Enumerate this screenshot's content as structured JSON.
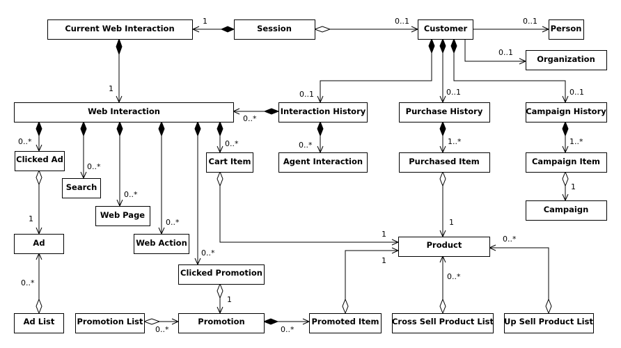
{
  "diagram": {
    "type": "UML class diagram",
    "classes": {
      "current_web_interaction": "Current Web Interaction",
      "session": "Session",
      "customer": "Customer",
      "person": "Person",
      "organization": "Organization",
      "web_interaction": "Web Interaction",
      "interaction_history": "Interaction History",
      "purchase_history": "Purchase History",
      "campaign_history": "Campaign History",
      "clicked_ad": "Clicked Ad",
      "search": "Search",
      "cart_item": "Cart Item",
      "agent_interaction": "Agent Interaction",
      "purchased_item": "Purchased Item",
      "campaign_item": "Campaign Item",
      "web_page": "Web Page",
      "campaign": "Campaign",
      "ad": "Ad",
      "web_action": "Web Action",
      "product": "Product",
      "clicked_promotion": "Clicked Promotion",
      "ad_list": "Ad List",
      "promotion_list": "Promotion List",
      "promotion": "Promotion",
      "promoted_item": "Promoted Item",
      "cross_sell_product_list": "Cross Sell Product List",
      "up_sell_product_list": "Up Sell Product List"
    },
    "associations": [
      {
        "from": "Session",
        "to": "Current Web Interaction",
        "kind": "composition",
        "multiplicity": "1"
      },
      {
        "from": "Session",
        "to": "Customer",
        "kind": "aggregation",
        "multiplicity": "0..1"
      },
      {
        "from": "Customer",
        "to": "Person",
        "kind": "association",
        "multiplicity": "0..1"
      },
      {
        "from": "Customer",
        "to": "Organization",
        "kind": "association",
        "multiplicity": "0..1"
      },
      {
        "from": "Customer",
        "to": "Interaction History",
        "kind": "composition",
        "multiplicity": "0..1"
      },
      {
        "from": "Customer",
        "to": "Purchase History",
        "kind": "composition",
        "multiplicity": "0..1"
      },
      {
        "from": "Customer",
        "to": "Campaign History",
        "kind": "composition",
        "multiplicity": "0..1"
      },
      {
        "from": "Current Web Interaction",
        "to": "Web Interaction",
        "kind": "composition",
        "multiplicity": "1"
      },
      {
        "from": "Interaction History",
        "to": "Web Interaction",
        "kind": "composition",
        "multiplicity": "0..*"
      },
      {
        "from": "Interaction History",
        "to": "Agent Interaction",
        "kind": "composition",
        "multiplicity": "0..*"
      },
      {
        "from": "Purchase History",
        "to": "Purchased Item",
        "kind": "composition",
        "multiplicity": "1..*"
      },
      {
        "from": "Campaign History",
        "to": "Campaign Item",
        "kind": "composition",
        "multiplicity": "1..*"
      },
      {
        "from": "Campaign Item",
        "to": "Campaign",
        "kind": "aggregation",
        "multiplicity": "1"
      },
      {
        "from": "Web Interaction",
        "to": "Clicked Ad",
        "kind": "composition",
        "multiplicity": "0..*"
      },
      {
        "from": "Web Interaction",
        "to": "Search",
        "kind": "composition",
        "multiplicity": "0..*"
      },
      {
        "from": "Web Interaction",
        "to": "Web Page",
        "kind": "composition",
        "multiplicity": "0..*"
      },
      {
        "from": "Web Interaction",
        "to": "Web Action",
        "kind": "composition",
        "multiplicity": "0..*"
      },
      {
        "from": "Web Interaction",
        "to": "Clicked Promotion",
        "kind": "composition",
        "multiplicity": "0..*"
      },
      {
        "from": "Web Interaction",
        "to": "Cart Item",
        "kind": "composition",
        "multiplicity": "0..*"
      },
      {
        "from": "Clicked Ad",
        "to": "Ad",
        "kind": "aggregation",
        "multiplicity": "1"
      },
      {
        "from": "Ad List",
        "to": "Ad",
        "kind": "aggregation",
        "multiplicity": "0..*"
      },
      {
        "from": "Cart Item",
        "to": "Product",
        "kind": "aggregation",
        "multiplicity": "1"
      },
      {
        "from": "Purchased Item",
        "to": "Product",
        "kind": "aggregation",
        "multiplicity": "1"
      },
      {
        "from": "Clicked Promotion",
        "to": "Promotion",
        "kind": "aggregation",
        "multiplicity": "1"
      },
      {
        "from": "Promotion List",
        "to": "Promotion",
        "kind": "aggregation",
        "multiplicity": "0..*"
      },
      {
        "from": "Promotion",
        "to": "Promoted Item",
        "kind": "composition",
        "multiplicity": "0..*"
      },
      {
        "from": "Promoted Item",
        "to": "Product",
        "kind": "aggregation",
        "multiplicity": "1"
      },
      {
        "from": "Cross Sell Product List",
        "to": "Product",
        "kind": "aggregation",
        "multiplicity": "0..*"
      },
      {
        "from": "Up Sell Product List",
        "to": "Product",
        "kind": "aggregation",
        "multiplicity": "0..*"
      }
    ],
    "multiplicity_labels": {
      "session_cwi": "1",
      "session_customer": "0..1",
      "customer_person": "0..1",
      "customer_organization": "0..1",
      "customer_interaction_history": "0..1",
      "customer_purchase_history": "0..1",
      "customer_campaign_history": "0..1",
      "cwi_web_interaction": "1",
      "ih_web_interaction": "0..*",
      "ih_agent_interaction": "0..*",
      "ph_purchased_item": "1..*",
      "ch_campaign_item": "1..*",
      "ci_campaign": "1",
      "wi_clicked_ad": "0..*",
      "wi_search": "0..*",
      "wi_web_page": "0..*",
      "wi_web_action": "0..*",
      "wi_clicked_promotion": "0..*",
      "wi_cart_item": "0..*",
      "clicked_ad_ad": "1",
      "ad_list_ad": "0..*",
      "cart_item_product": "1",
      "purchased_item_product": "1",
      "clicked_promotion_promotion": "1",
      "promotion_list_promotion": "0..*",
      "promotion_promoted_item": "0..*",
      "promoted_item_product": "1",
      "cross_sell_product": "0..*",
      "up_sell_product": "0..*"
    }
  }
}
